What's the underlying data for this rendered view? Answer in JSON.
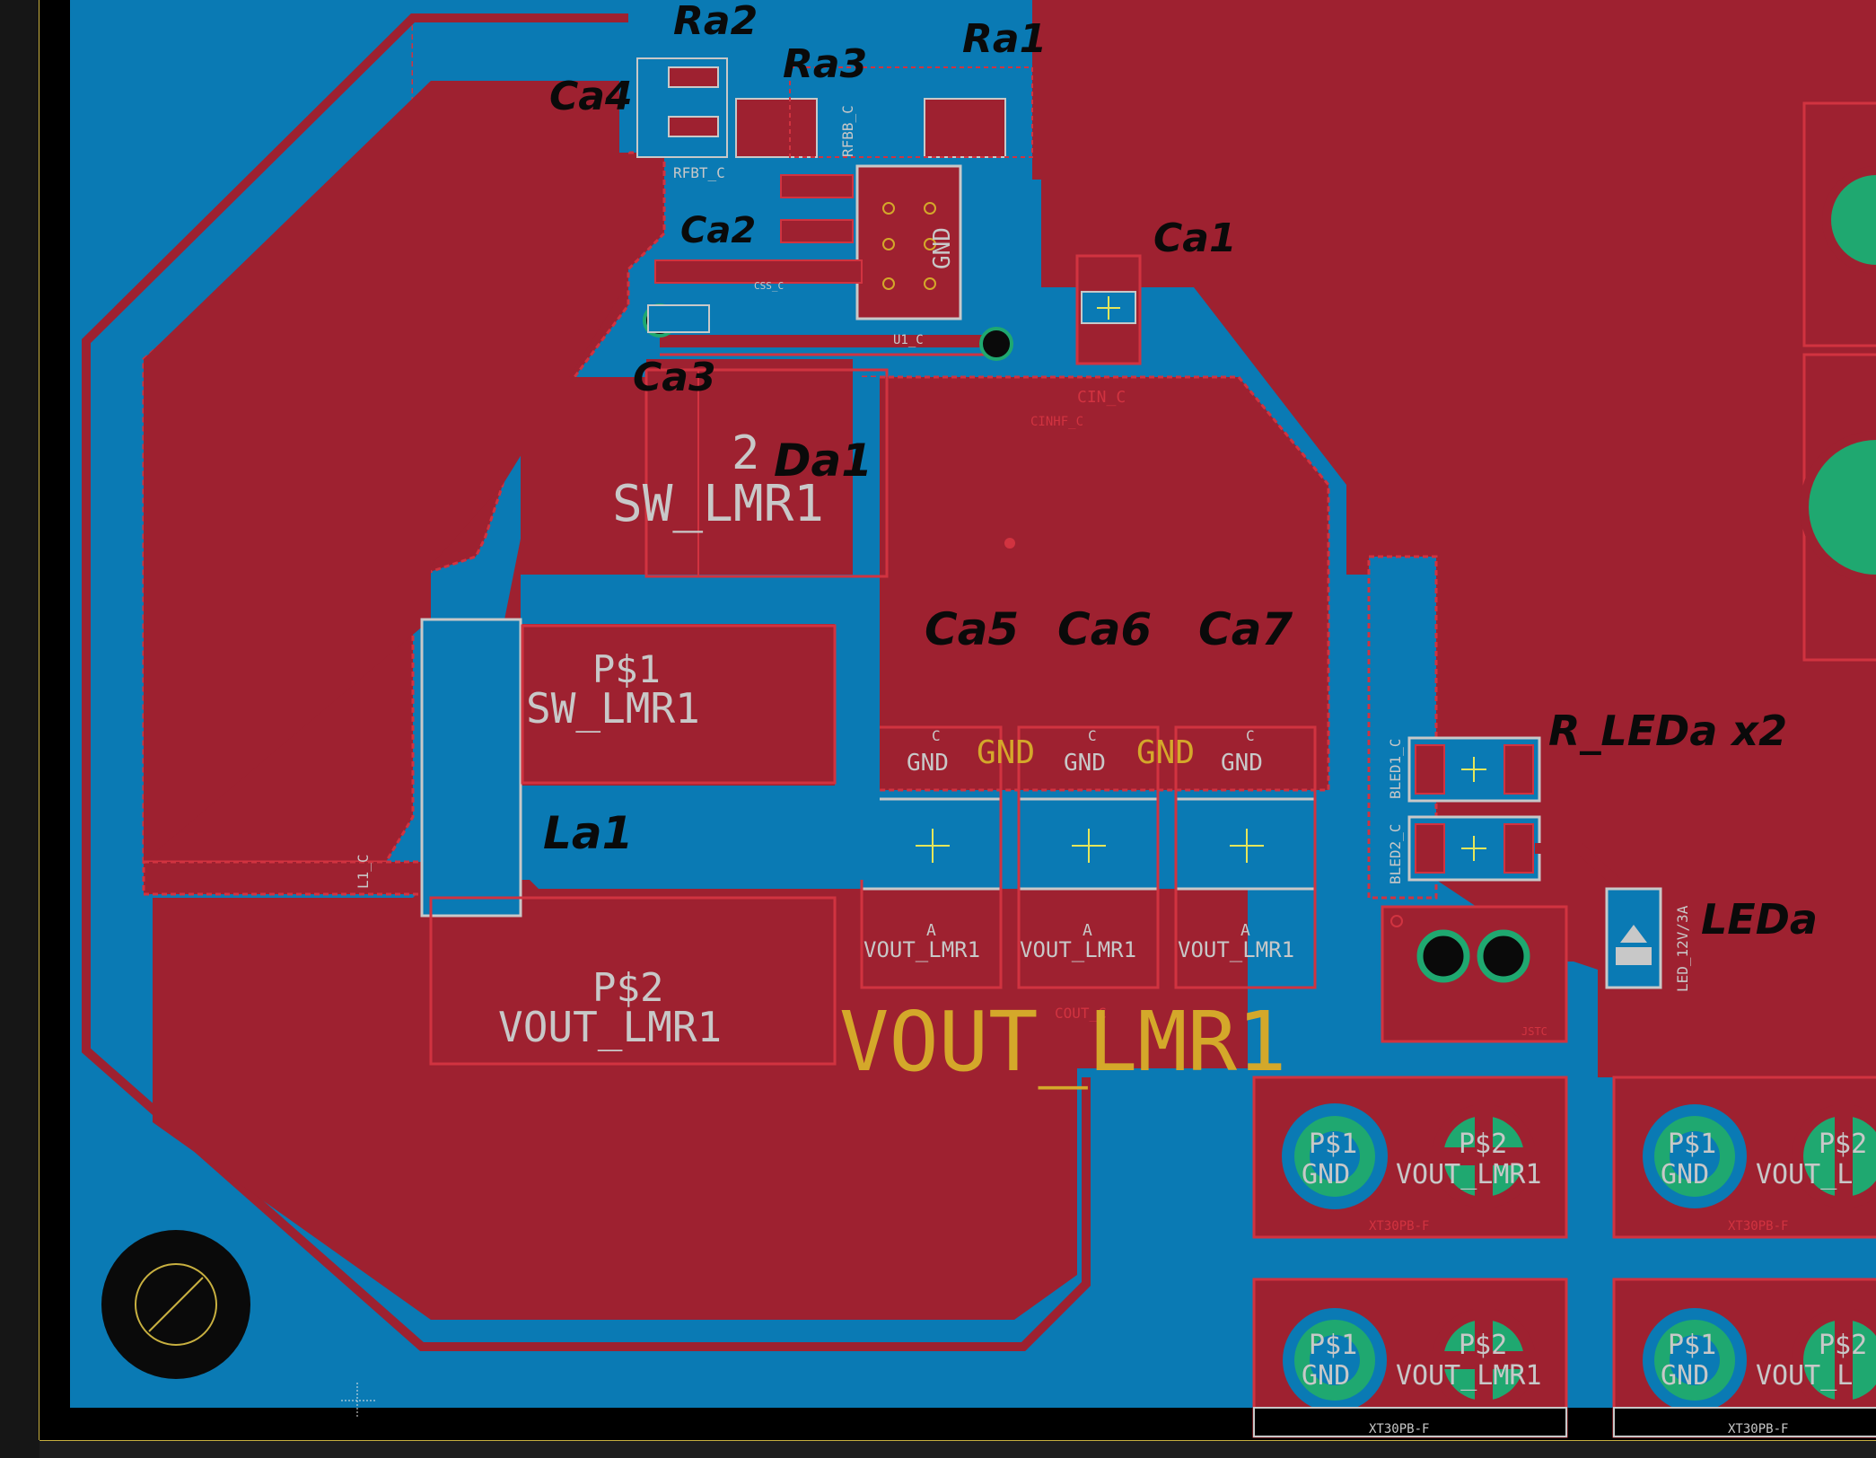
{
  "colors": {
    "background": "#1e1e1e",
    "board_edge": "#c8b040",
    "copper_bottom": "#0a7ab4",
    "copper_top": "#9e2130",
    "copper_top_outline": "#d13340",
    "silkscreen": "#c8c8c8",
    "net_label_gold": "#d4a82a",
    "pad_green": "#1fa870",
    "handwriting": "#0a0a0a",
    "hole_black": "#0a0a0a",
    "crosshair": "#e6e65a"
  },
  "handwritten": {
    "ra2": "Ra2",
    "ra3": "Ra3",
    "ra1": "Ra1",
    "ca4": "Ca4",
    "ca2": "Ca2",
    "ca1": "Ca1",
    "ca3": "Ca3",
    "da1": "Da1",
    "ca5": "Ca5",
    "ca6": "Ca6",
    "ca7": "Ca7",
    "la1": "La1",
    "r_led": "R_LEDa x2",
    "leda": "LEDa"
  },
  "silk": {
    "rfbt": "RFBT_C",
    "rfbb": "RFBB_C",
    "css": "CSS_C",
    "cin": "CIN_C",
    "cinhf": "CINHF_C",
    "u1": "U1_C",
    "gnd_ic": "GND",
    "d1_num": "2",
    "sw_lmr1": "SW_LMR1",
    "p1": "P$1",
    "p1_net": "SW_LMR1",
    "p2": "P$2",
    "p2_net": "VOUT_LMR1",
    "l1": "L1_C",
    "gnd_small_1": "GND",
    "gnd_small_2": "GND",
    "gnd_small_3": "GND",
    "gnd_gold_1": "GND",
    "gnd_gold_2": "GND",
    "c_tag_1": "C",
    "c_tag_2": "C",
    "c_tag_3": "C",
    "a_tag_1": "A",
    "a_tag_2": "A",
    "a_tag_3": "A",
    "vout_small_1": "VOUT_LMR1",
    "vout_small_2": "VOUT_LMR1",
    "vout_small_3": "VOUT_LMR1",
    "cout": "COUT_C",
    "vout_big": "VOUT_LMR1",
    "bled1": "BLED1_C",
    "bled2": "BLED2_C",
    "led_rating": "LED_12V/3A",
    "jst": "JSTC",
    "xt_p1": "P$1",
    "xt_gnd": "GND",
    "xt_p2": "P$2",
    "xt_vout": "VOUT_LMR1",
    "xt_label": "XT30PB-F",
    "xt_vout_short": "VOUT_L"
  }
}
